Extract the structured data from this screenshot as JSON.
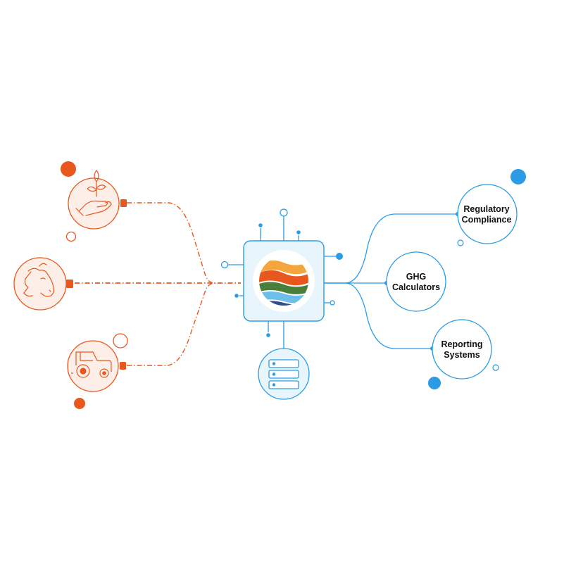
{
  "colors": {
    "orange": "#e8581e",
    "orange_fill": "#fdefe8",
    "blue": "#2b9be6",
    "blue_light": "#e9f5fd",
    "logo_wave_1": "#f4a53e",
    "logo_wave_2": "#e8581e",
    "logo_wave_3": "#4a7f3a",
    "logo_wave_4": "#6cbfe8",
    "logo_wave_5": "#2e4e92"
  },
  "sources": [
    {
      "icon": "hand-seedling-icon"
    },
    {
      "icon": "cow-icon"
    },
    {
      "icon": "tractor-icon"
    }
  ],
  "hub": {
    "logo": "wave-logo-icon"
  },
  "storage": {
    "icon": "server-stack-icon"
  },
  "outputs": [
    {
      "line1": "Regulatory",
      "line2": "Compliance"
    },
    {
      "line1": "GHG",
      "line2": "Calculators"
    },
    {
      "line1": "Reporting",
      "line2": "Systems"
    }
  ]
}
